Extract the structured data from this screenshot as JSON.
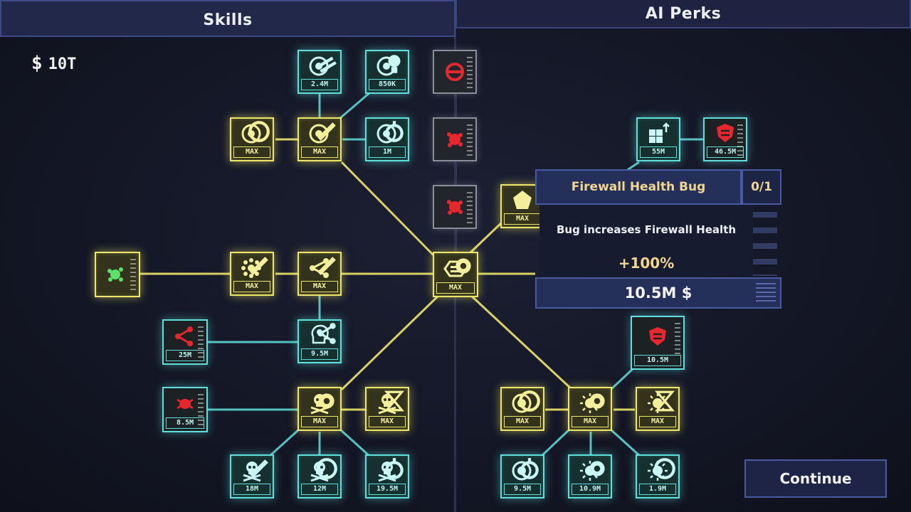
{
  "tabs": {
    "skills": "Skills",
    "perks": "AI Perks"
  },
  "money": {
    "symbol": "$",
    "amount": "10T"
  },
  "nodes": {
    "top_target_a": "2.4M",
    "top_target_b": "850K",
    "target_max_left": "MAX",
    "target_max_mid": "MAX",
    "target_1m": "1M",
    "pentagon": "MAX",
    "cubes": "55M",
    "shield_red_top": "46.5M",
    "virus_max": "MAX",
    "share_max": "MAX",
    "center": "MAX",
    "spread_red": "25M",
    "brain": "9.5M",
    "bug_red": "8.5M",
    "skull_max": "MAX",
    "skull_hourglass": "MAX",
    "skull_sword": "18M",
    "skull_circle": "12M",
    "skull_timer": "19.5M",
    "sun_target": "MAX",
    "sun_max": "MAX",
    "sun_hourglass": "MAX",
    "shield_red": "10.5M",
    "sun_target_timer": "9.5M",
    "sun_gear": "10.9M",
    "sun_circle": "1.9M"
  },
  "tooltip": {
    "title": "Firewall Health Bug",
    "level": "0/1",
    "description": "Bug increases Firewall Health",
    "value": "+100%",
    "cost": "10.5M $"
  },
  "continue_label": "Continue",
  "colors": {
    "yellow": "#ece66a",
    "cyan": "#5fe0dc",
    "red": "#e8262e",
    "tab": "#22284a"
  }
}
